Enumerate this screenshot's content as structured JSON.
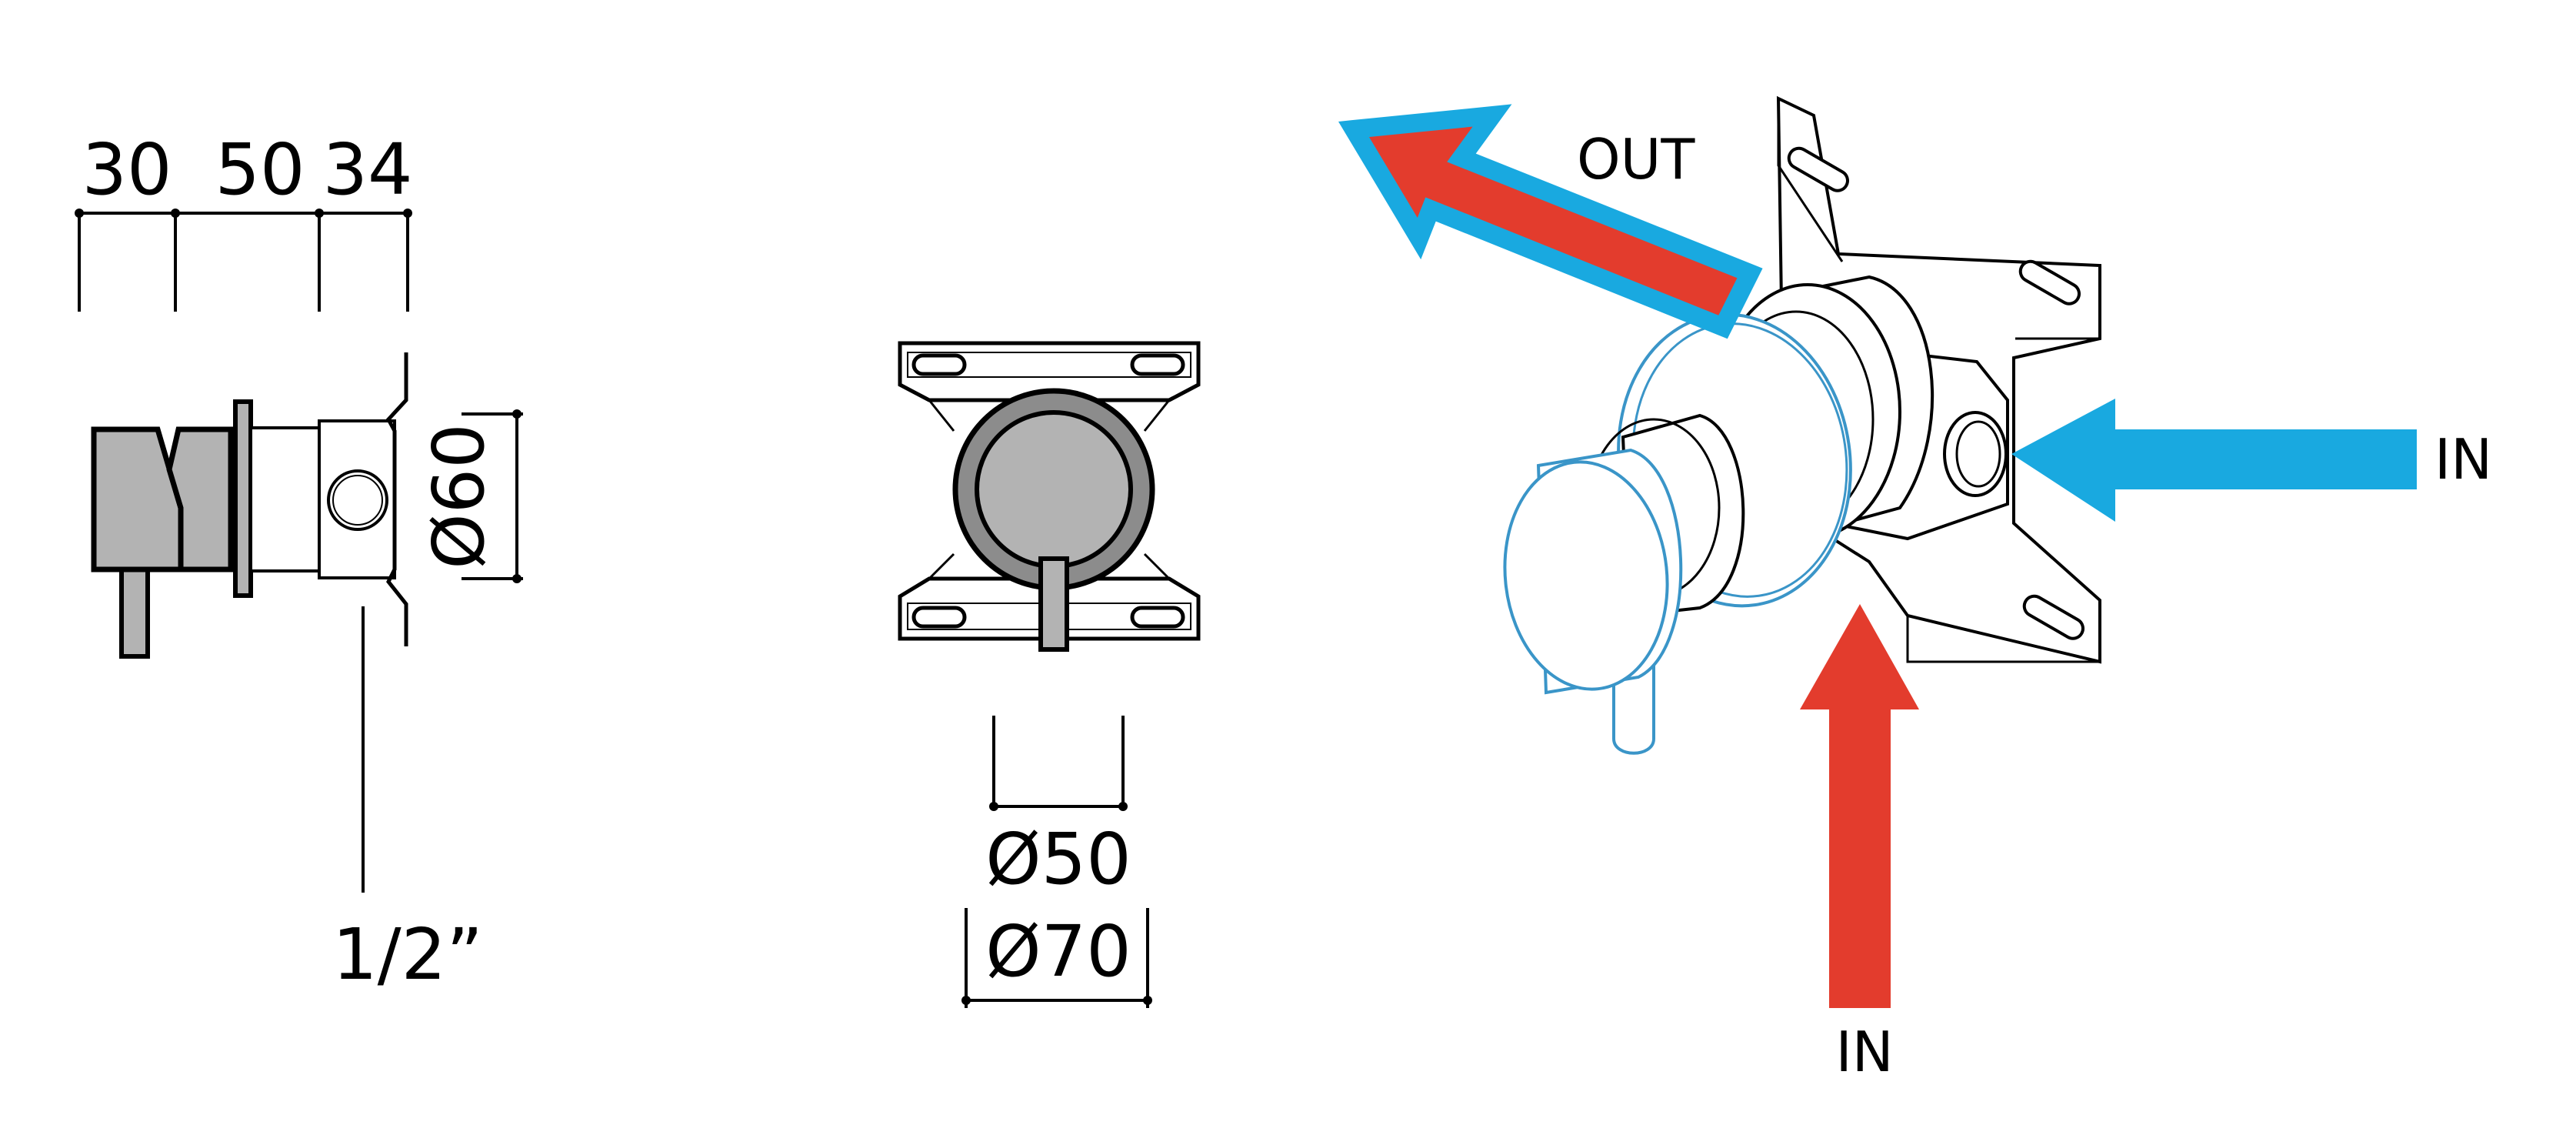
{
  "side_view": {
    "dims_top": [
      "30",
      "50",
      "34"
    ],
    "dim_diameter": "Ø60",
    "thread": "1/2”"
  },
  "front_view": {
    "dim_inner": "Ø50",
    "dim_outer": "Ø70"
  },
  "iso_view": {
    "label_out": "OUT",
    "label_in_side": "IN",
    "label_in_bottom": "IN"
  },
  "colors": {
    "line": "#000000",
    "body_fill": "#b3b3b3",
    "hot": "#e33c2d",
    "cold": "#19a9e0",
    "outline_blue": "#3a95c8"
  }
}
